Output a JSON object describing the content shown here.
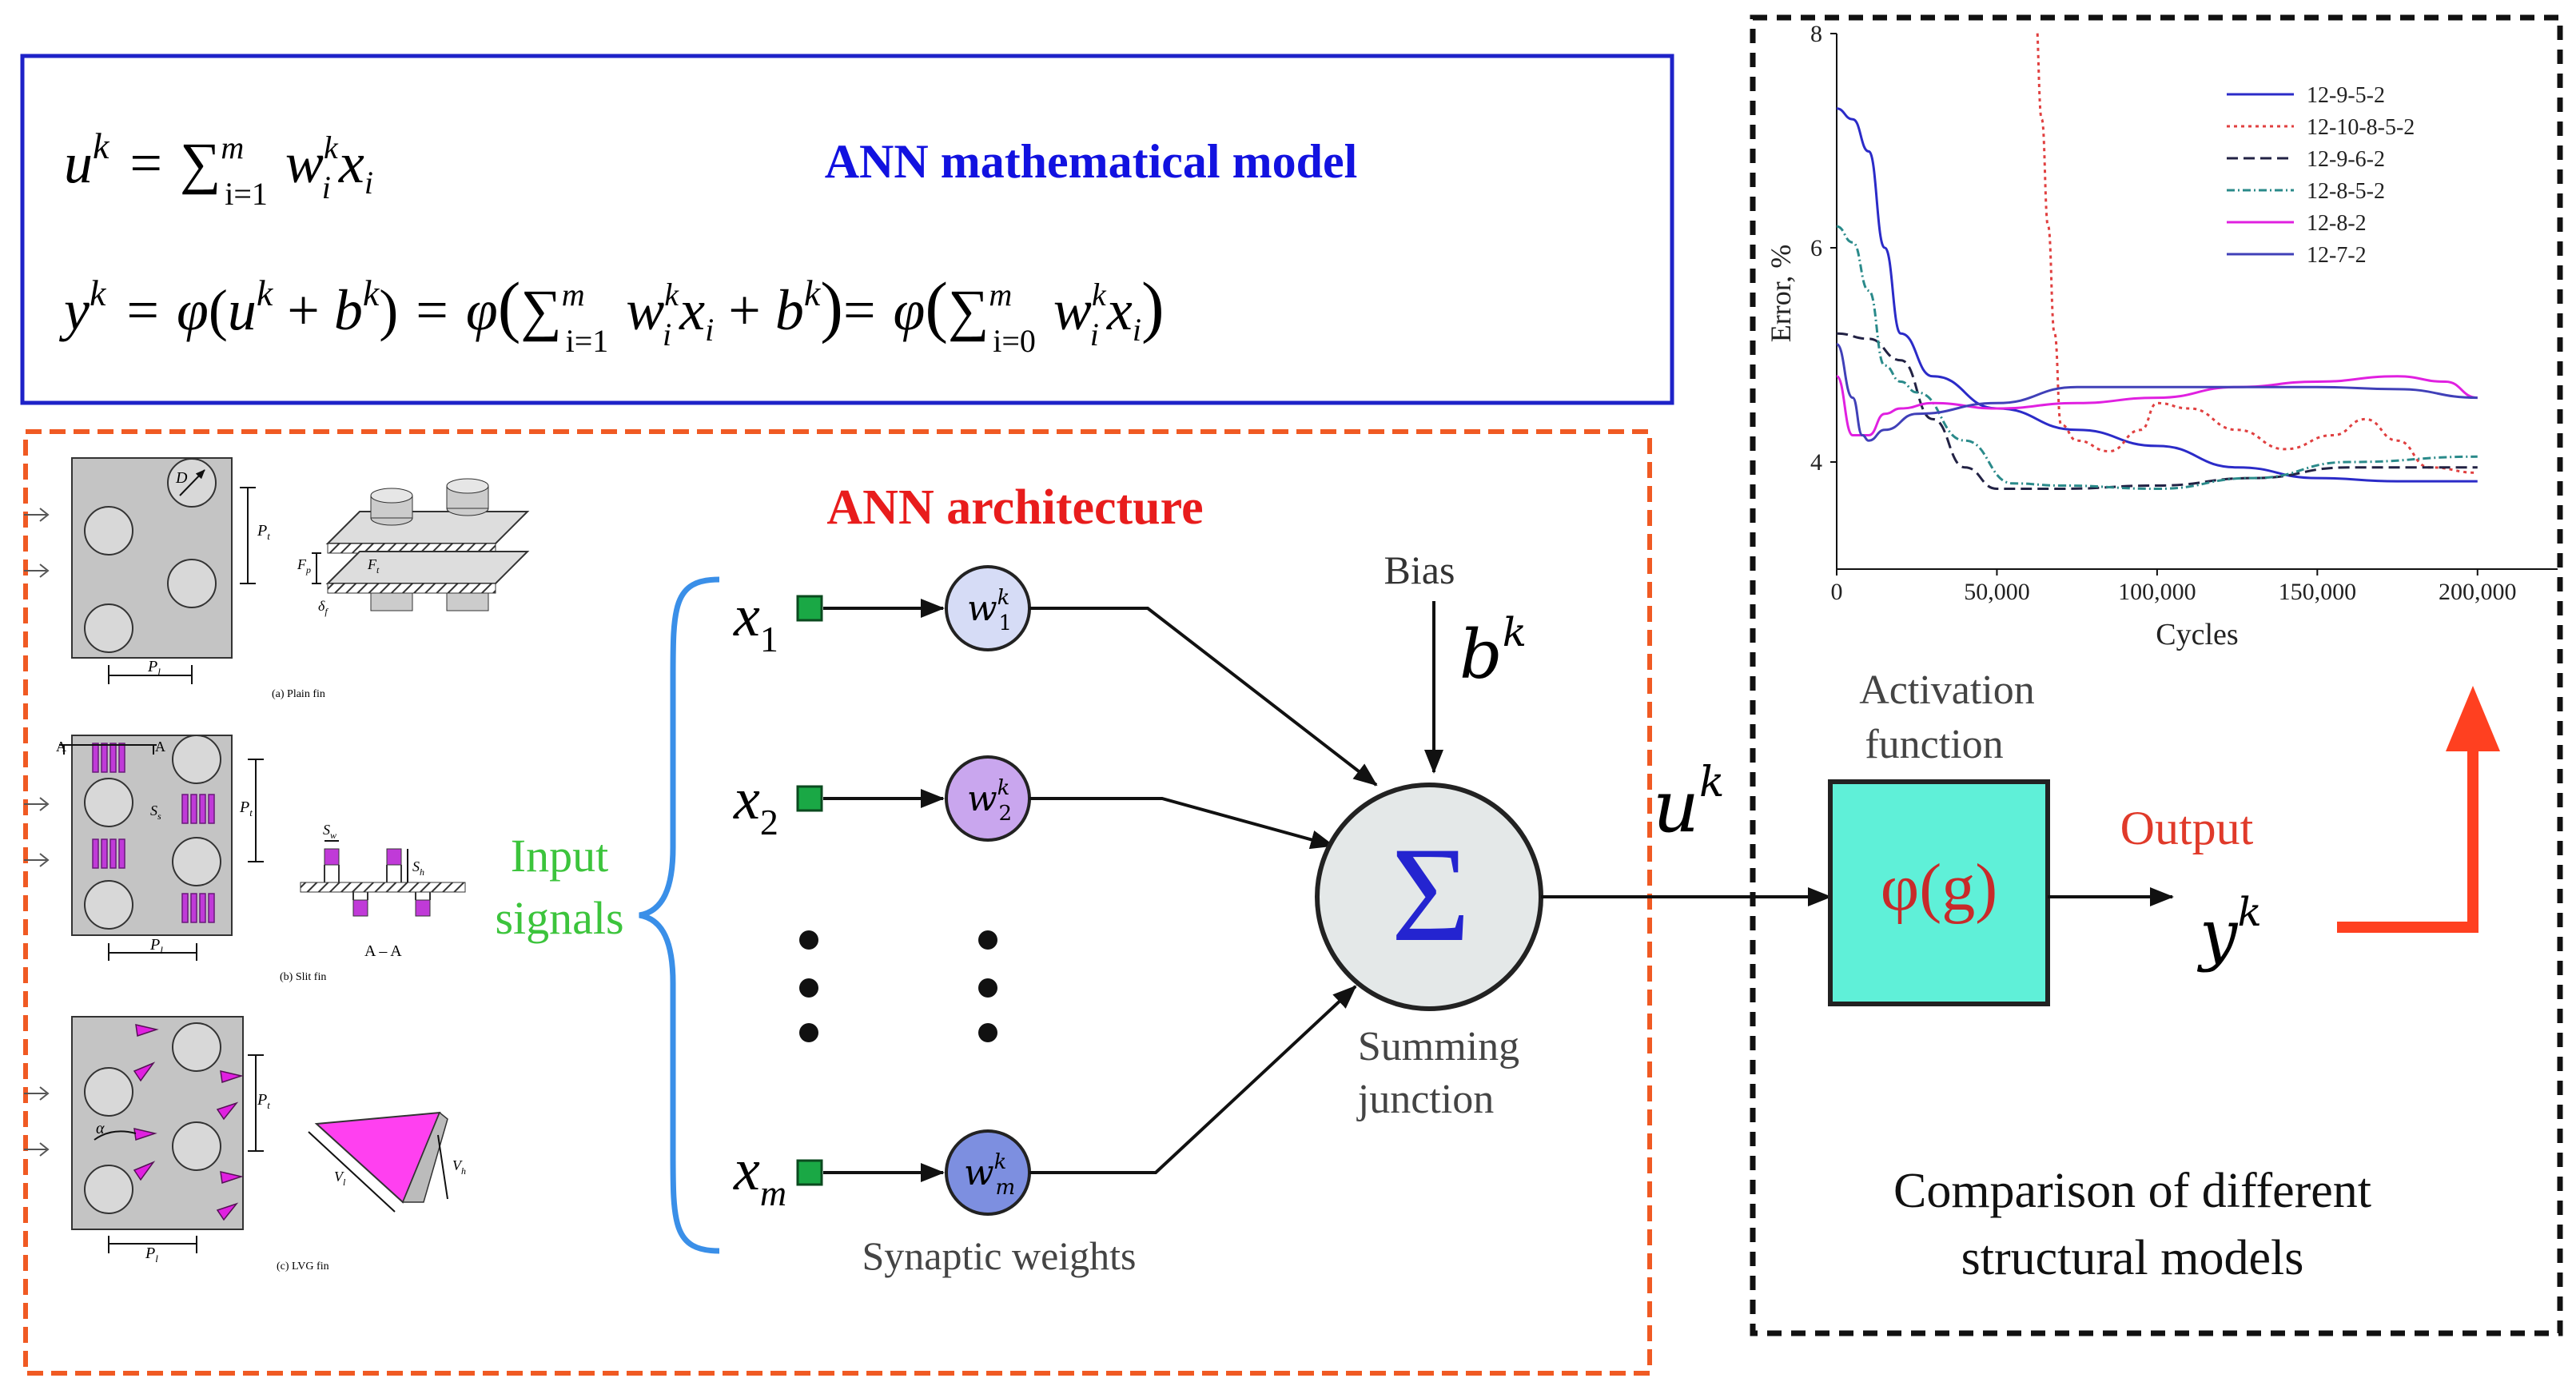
{
  "colors": {
    "model_box_border": "#1e22c8",
    "architecture_box_border": "#f05a23",
    "comparison_box_border": "#111111",
    "model_title": "#1212e0",
    "architecture_title": "#e81c1c",
    "input_signals": "#3cc43c",
    "output_label": "#e03a2a",
    "activation_fill": "#5ff0d8",
    "sigma": "#2424d0",
    "orange_arrow": "#ff4020",
    "node_w1": "#d6dcf6",
    "node_w2": "#c9a6ee",
    "node_wm": "#7d8fe0",
    "brace": "#3a8fe8",
    "input_square": "#1aa845"
  },
  "model": {
    "title": "ANN mathematical model",
    "eq1": {
      "lhs": "u",
      "lhs_sup": "k",
      "sum": "∑",
      "sum_sup": "m",
      "sum_sub": "i=1",
      "w": "w",
      "w_sup": "k",
      "w_sub": "i",
      "x": "x",
      "x_sub": "i",
      "eq": "="
    },
    "eq2": {
      "lhs": "y",
      "lhs_sup": "k",
      "eq": "=",
      "phi": "φ",
      "open": "(",
      "u": "u",
      "u_sup": "k",
      "plus": "+",
      "b": "b",
      "b_sup": "k",
      "close": ")",
      "sum": "∑",
      "sum_sup": "m",
      "sum_sub1": "i=1",
      "sum_sub0": "i=0",
      "w": "w",
      "w_sup": "k",
      "w_sub": "i",
      "x": "x",
      "x_sub": "i",
      "big_open": "(",
      "big_close": ")"
    }
  },
  "architecture": {
    "title": "ANN architecture",
    "input_signals": [
      "Input",
      "signals"
    ],
    "inputs": [
      {
        "x": "x",
        "sub": "1"
      },
      {
        "x": "x",
        "sub": "2"
      },
      {
        "x": "x",
        "sub": "m"
      }
    ],
    "weights": [
      {
        "w": "w",
        "sup": "k",
        "sub": "1"
      },
      {
        "w": "w",
        "sup": "k",
        "sub": "2"
      },
      {
        "w": "w",
        "sup": "k",
        "sub": "m"
      }
    ],
    "synaptic_weights": "Synaptic weights",
    "bias": "Bias",
    "bias_symbol": {
      "b": "b",
      "sup": "k"
    },
    "sum_symbol": "Σ",
    "summing_junction": [
      "Summing",
      "junction"
    ],
    "u_label": {
      "u": "u",
      "sup": "k"
    },
    "activation": [
      "Activation",
      "function"
    ],
    "activation_formula": "φ(g)",
    "output": "Output",
    "y_label": {
      "y": "y",
      "sup": "k"
    }
  },
  "fins": {
    "plain_caption": "(a) Plain fin",
    "slit_caption": "(b) Slit fin",
    "lvg_caption": "(c) LVG fin",
    "labels": {
      "D": "D",
      "Pt": "P",
      "Pt_sub": "t",
      "Pl": "P",
      "Pl_sub": "l",
      "Fp": "F",
      "Fp_sub": "p",
      "Ft": "F",
      "Ft_sub": "t",
      "delta": "δ",
      "delta_sub": "f",
      "A": "A",
      "Ss": "S",
      "Ss_sub": "s",
      "Sw": "S",
      "Sw_sub": "w",
      "Sh": "S",
      "Sh_sub": "h",
      "AA": "A – A",
      "alpha": "α",
      "Vl": "V",
      "Vl_sub": "l",
      "Vh": "V",
      "Vh_sub": "h"
    }
  },
  "comparison": {
    "caption": [
      "Comparison of different",
      "structural models"
    ]
  },
  "chart_data": {
    "type": "line",
    "title": "",
    "xlabel": "Cycles",
    "ylabel": "Error, %",
    "xlim": [
      0,
      225000
    ],
    "ylim": [
      3,
      8
    ],
    "xticks": [
      0,
      50000,
      100000,
      150000,
      200000
    ],
    "xtick_labels": [
      "0",
      "50,000",
      "100,000",
      "150,000",
      "200,000"
    ],
    "yticks": [
      4,
      6,
      8
    ],
    "ytick_labels": [
      "4",
      "6",
      "8"
    ],
    "legend_position": "top-right",
    "series": [
      {
        "name": "12-9-5-2",
        "color": "#2b2bc8",
        "dash": "",
        "x": [
          0,
          5000,
          10000,
          15000,
          20000,
          30000,
          50000,
          75000,
          100000,
          125000,
          150000,
          175000,
          200000
        ],
        "y": [
          7.3,
          7.2,
          6.9,
          6.0,
          5.2,
          4.8,
          4.5,
          4.3,
          4.15,
          3.95,
          3.85,
          3.82,
          3.82
        ]
      },
      {
        "name": "12-10-8-5-2",
        "color": "#e04040",
        "dash": "4 5",
        "x": [
          62000,
          64000,
          66000,
          68000,
          70000,
          75000,
          85000,
          95000,
          100000,
          110000,
          125000,
          140000,
          155000,
          165000,
          175000,
          185000,
          200000
        ],
        "y": [
          8.2,
          7.2,
          6.2,
          5.2,
          4.35,
          4.2,
          4.1,
          4.3,
          4.55,
          4.5,
          4.3,
          4.12,
          4.25,
          4.4,
          4.2,
          3.95,
          3.9
        ]
      },
      {
        "name": "12-9-6-2",
        "color": "#222244",
        "dash": "14 7",
        "x": [
          0,
          10000,
          20000,
          30000,
          40000,
          50000,
          70000,
          100000,
          130000,
          160000,
          180000,
          200000
        ],
        "y": [
          5.2,
          5.15,
          4.95,
          4.4,
          3.95,
          3.75,
          3.75,
          3.78,
          3.85,
          3.95,
          3.95,
          3.95
        ]
      },
      {
        "name": "12-8-5-2",
        "color": "#2a8a8a",
        "dash": "10 4 2 4",
        "x": [
          0,
          5000,
          10000,
          15000,
          20000,
          25000,
          40000,
          55000,
          70000,
          100000,
          130000,
          160000,
          200000
        ],
        "y": [
          6.2,
          6.05,
          5.6,
          4.9,
          4.75,
          4.65,
          4.2,
          3.8,
          3.78,
          3.75,
          3.85,
          4.0,
          4.05
        ]
      },
      {
        "name": "12-8-2",
        "color": "#e020e0",
        "dash": "",
        "x": [
          0,
          5000,
          10000,
          15000,
          20000,
          30000,
          50000,
          75000,
          100000,
          125000,
          150000,
          175000,
          190000,
          200000
        ],
        "y": [
          4.8,
          4.25,
          4.25,
          4.45,
          4.5,
          4.55,
          4.5,
          4.55,
          4.6,
          4.7,
          4.75,
          4.8,
          4.75,
          4.6
        ]
      },
      {
        "name": "12-7-2",
        "color": "#4040b8",
        "dash": "",
        "x": [
          0,
          5000,
          8000,
          10000,
          15000,
          25000,
          50000,
          75000,
          100000,
          125000,
          150000,
          175000,
          200000
        ],
        "y": [
          5.1,
          4.6,
          4.25,
          4.2,
          4.3,
          4.45,
          4.55,
          4.7,
          4.7,
          4.7,
          4.7,
          4.68,
          4.6
        ]
      }
    ]
  }
}
